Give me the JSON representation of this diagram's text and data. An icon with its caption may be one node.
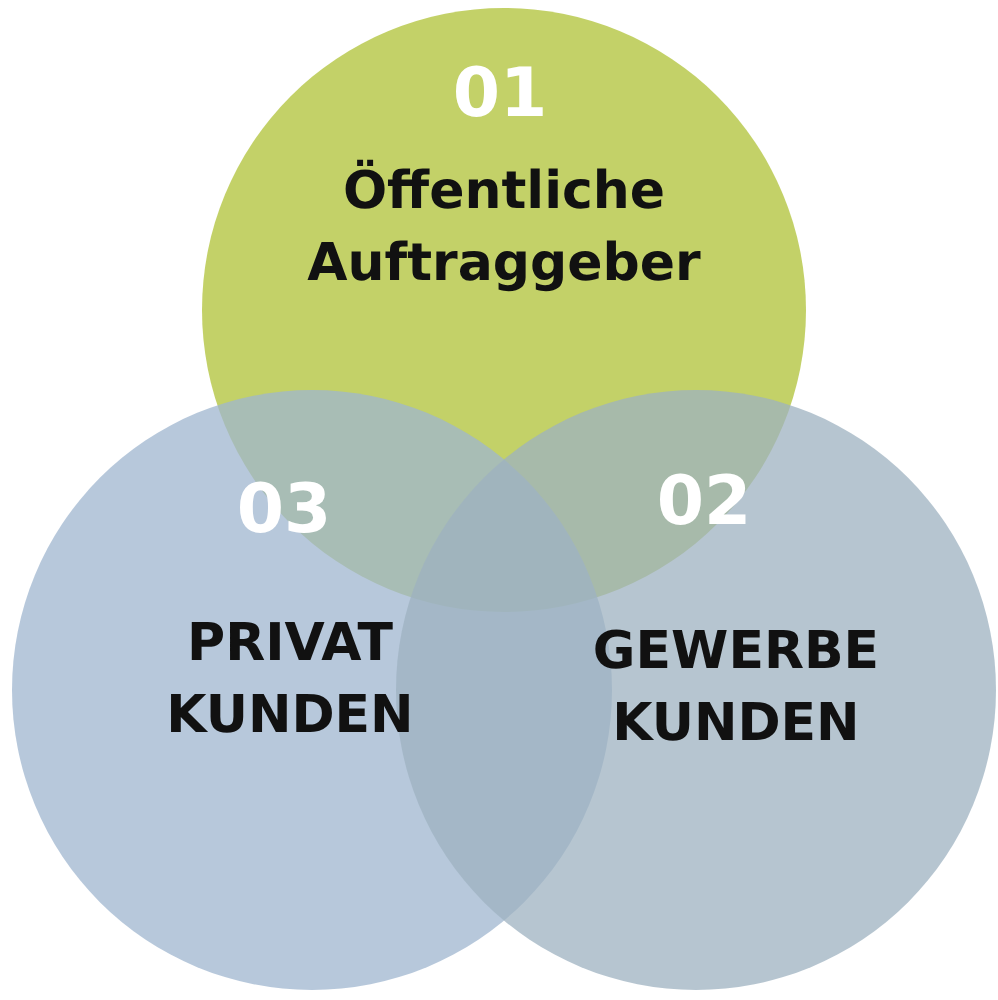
{
  "diagram": {
    "nodes": [
      {
        "text": [
          "01",
          "Öffentliche Auftraggeber"
        ]
      },
      {
        "text": [
          "03",
          "PRIVAT KUNDEN"
        ]
      },
      {
        "text": [
          "02",
          "GEWERBE KUNDEN"
        ]
      }
    ]
  }
}
